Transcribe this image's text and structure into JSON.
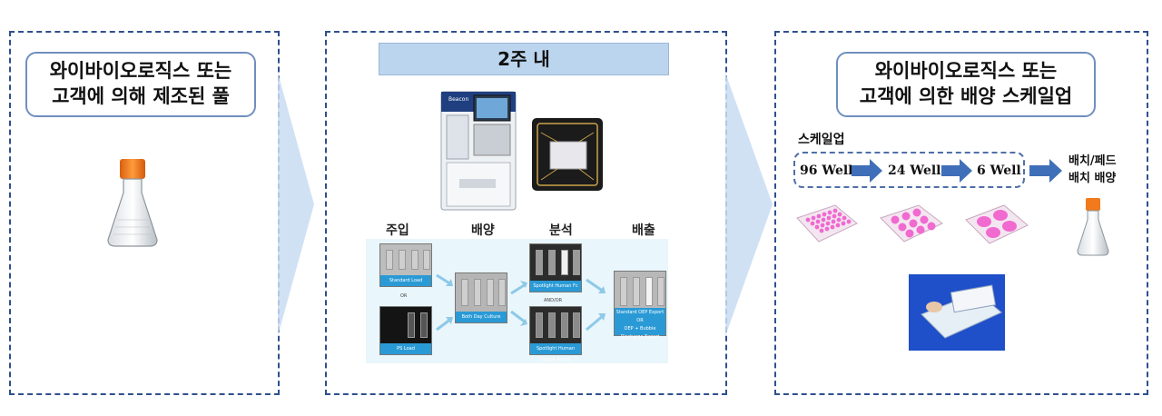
{
  "panel1": {
    "title_line1": "와이바이오로직스 또는",
    "title_line2": "고객에 의해 제조된 풀"
  },
  "panel2": {
    "banner": "2주 내",
    "steps": [
      "주입",
      "배양",
      "분석",
      "배출"
    ],
    "film_captions": {
      "load": "Standard Load",
      "or1": "OR",
      "ps_load": "PS Load",
      "culture": "Both Day Culture",
      "assay1": "Spotlight Human Fc Assay",
      "andor": "AND/OR",
      "assay2": "Spotlight Human Kappa Assay",
      "export": "Standard OEP Export",
      "or2": "OR",
      "export2": "OEP + Bubble Discharge Export"
    },
    "instrument_brand": "Beacon"
  },
  "panel3": {
    "title_line1": "와이바이오로직스 또는",
    "title_line2": "고객에 의한 배양 스케일업",
    "scale_label": "스케일업",
    "wells": [
      "96 Well",
      "24 Well",
      "6 Well"
    ],
    "batch_line1": "배치/페드",
    "batch_line2": "배치 배양"
  },
  "colors": {
    "dashed_border": "#2f4f8f",
    "chevron": "#c9dcf2",
    "banner": "#bcd5ee",
    "arrow": "#3f6fb8",
    "flask_cap": "#f07a1c",
    "plate_pink": "#f06ad0",
    "flow_bg": "#e9f6fb",
    "film_caption": "#2a9ad6"
  },
  "icons": [
    "erlenmeyer-flask-icon",
    "beacon-instrument-icon",
    "optoselect-chip-icon",
    "well-plate-icon",
    "bioreactor-bag-icon"
  ]
}
